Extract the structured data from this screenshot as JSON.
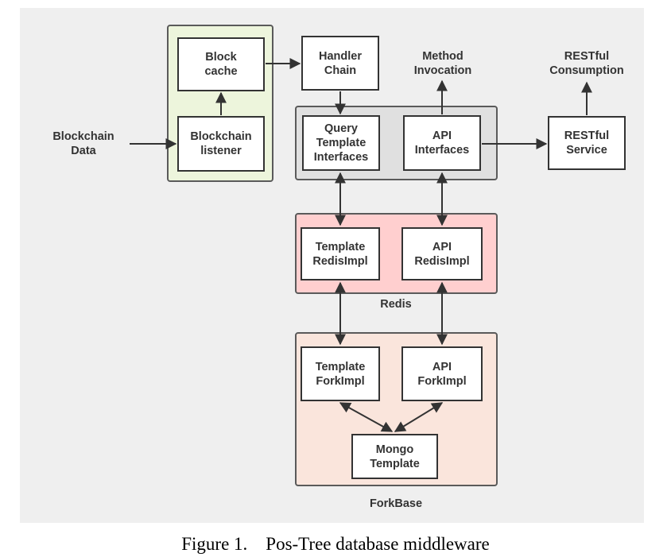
{
  "groups": {
    "listener_group": {
      "fill": "#edf5dc"
    },
    "interfaces_group": {
      "fill": "#e0e0e0"
    },
    "redis_group": {
      "fill": "#ffcfcf",
      "label": "Redis"
    },
    "forkbase_group": {
      "fill": "#fae5dc",
      "label": "ForkBase"
    }
  },
  "nodes": {
    "block_cache": "Block\ncache",
    "blockchain_listener": "Blockchain\nlistener",
    "handler_chain": "Handler\nChain",
    "query_template_interfaces": "Query\nTemplate\nInterfaces",
    "api_interfaces": "API\nInterfaces",
    "restful_service": "RESTful\nService",
    "template_redisimpl": "Template\nRedisImpl",
    "api_redisimpl": "API\nRedisImpl",
    "template_forkimpl": "Template\nForkImpl",
    "api_forkimpl": "API\nForkImpl",
    "mongo_template": "Mongo\nTemplate"
  },
  "labels": {
    "blockchain_data": "Blockchain\nData",
    "method_invocation": "Method\nInvocation",
    "restful_consumption": "RESTful\nConsumption"
  },
  "caption": "Figure 1.    Pos-Tree database middleware"
}
